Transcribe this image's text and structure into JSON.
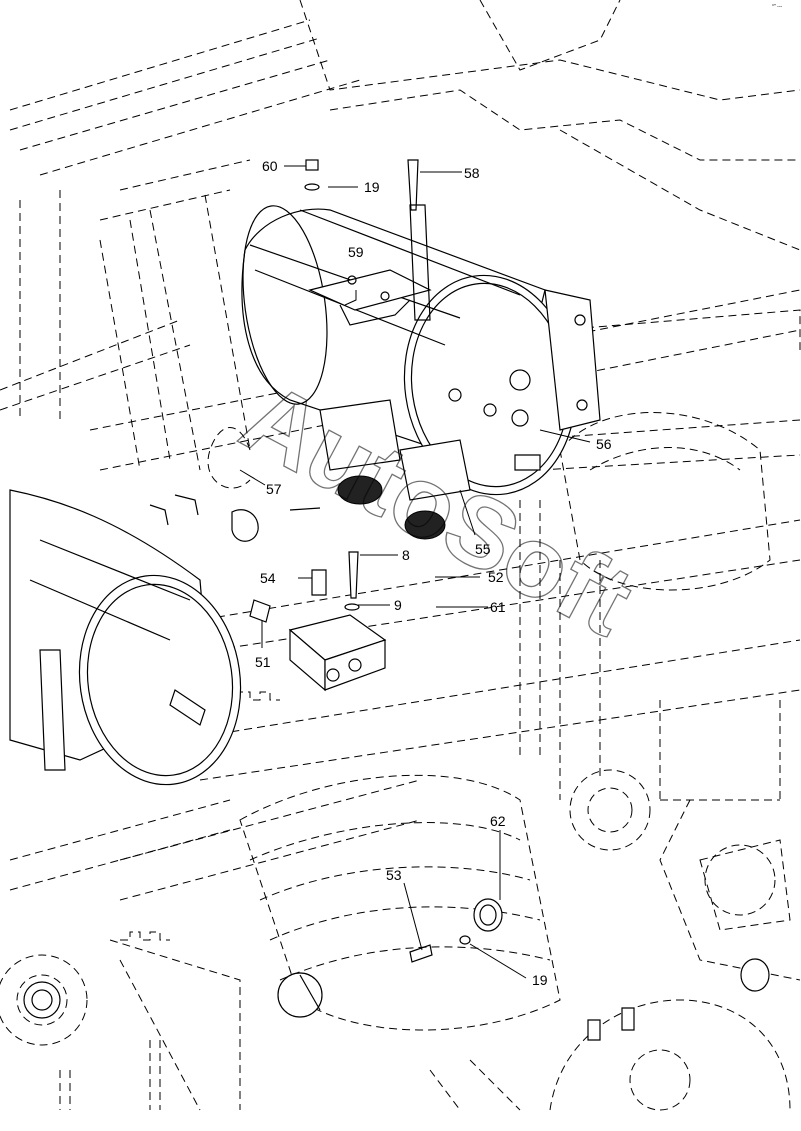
{
  "watermark": "AutoSoft",
  "corner_mark": "°″ ---",
  "callouts": [
    {
      "id": "c60",
      "text": "60"
    },
    {
      "id": "c19a",
      "text": "19"
    },
    {
      "id": "c58",
      "text": "58"
    },
    {
      "id": "c59",
      "text": "59"
    },
    {
      "id": "c56",
      "text": "56"
    },
    {
      "id": "c57",
      "text": "57"
    },
    {
      "id": "c55",
      "text": "55"
    },
    {
      "id": "c8",
      "text": "8"
    },
    {
      "id": "c52",
      "text": "52"
    },
    {
      "id": "c54",
      "text": "54"
    },
    {
      "id": "c9",
      "text": "9"
    },
    {
      "id": "c61",
      "text": "61"
    },
    {
      "id": "c51",
      "text": "51"
    },
    {
      "id": "c62",
      "text": "62"
    },
    {
      "id": "c53",
      "text": "53"
    },
    {
      "id": "c19b",
      "text": "19"
    }
  ]
}
